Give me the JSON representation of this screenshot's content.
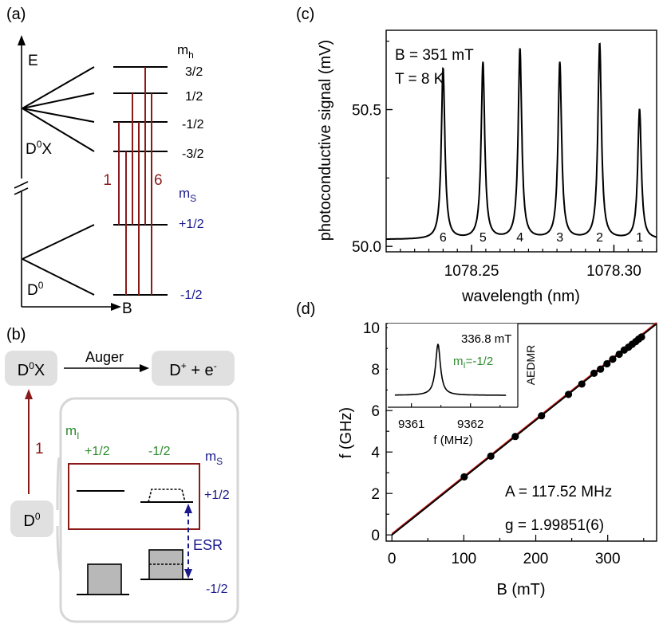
{
  "colors": {
    "dark_red": "#8b1a1a",
    "navy": "#1a1a8c",
    "green": "#2e8b2e",
    "red_fit": "#e02020",
    "box_gray": "#e0e0e0",
    "box_border": "#d6d6d6",
    "fill_gray": "#b8b8b8"
  },
  "panel_a": {
    "label": "(a)",
    "energy_axis": "E",
    "field_axis": "B",
    "d0x_label": "D",
    "d0x_sup": "0",
    "d0x_suffix": "X",
    "d0_label": "D",
    "d0_sup": "0",
    "mh_label": "m",
    "mh_sub": "h",
    "mh_levels": [
      "3/2",
      "1/2",
      "-1/2",
      "-3/2"
    ],
    "ms_label": "m",
    "ms_sub": "S",
    "ms_levels": [
      "+1/2",
      "-1/2"
    ],
    "transition_first": "1",
    "transition_last": "6"
  },
  "panel_b": {
    "label": "(b)",
    "d0x_label": "D",
    "d0x_sup": "0",
    "d0x_suffix": "X",
    "auger_label": "Auger",
    "dplus_label": "D",
    "dplus_sup": "+",
    "dplus_mid": " + e",
    "dplus_sup2": "-",
    "d0_label": "D",
    "d0_sup": "0",
    "transition_label": "1",
    "mi_label": "m",
    "mi_sub": "I",
    "mi_values": [
      "+1/2",
      "-1/2"
    ],
    "ms_label": "m",
    "ms_sub": "S",
    "ms_values": [
      "+1/2",
      "-1/2"
    ],
    "esr_label": "ESR"
  },
  "panel_c": {
    "label": "(c)",
    "annotation_B": "B = 351 mT",
    "annotation_T": "T = 8 K",
    "peak_labels": [
      "6",
      "5",
      "4",
      "3",
      "2",
      "1"
    ]
  },
  "panel_d": {
    "label": "(d)",
    "annotation_A": "A =  117.52 MHz",
    "annotation_g": "g = 1.99851(6)",
    "inset": {
      "field_label": "336.8 mT",
      "mi_label": "m",
      "mi_sub": "I",
      "mi_value": "=-1/2",
      "side_label": "AEDMR",
      "xlabel": "f (MHz)",
      "xticks": [
        "9361",
        "9362"
      ]
    }
  },
  "chart_data": [
    {
      "type": "line",
      "panel": "(c)",
      "xlabel": "wavelength (nm)",
      "ylabel": "photoconductive signal (mV)",
      "xlim": [
        1078.22,
        1078.315
      ],
      "ylim": [
        49.98,
        50.79
      ],
      "xticks": [
        1078.25,
        1078.3
      ],
      "xtick_labels": [
        "1078.25",
        "1078.30"
      ],
      "yticks": [
        50.0,
        50.5
      ],
      "ytick_labels": [
        "50.0",
        "50.5"
      ],
      "baseline": 50.025,
      "peaks": [
        {
          "label": "6",
          "x": 1078.24,
          "y": 50.65
        },
        {
          "label": "5",
          "x": 1078.254,
          "y": 50.67
        },
        {
          "label": "4",
          "x": 1078.267,
          "y": 50.72
        },
        {
          "label": "3",
          "x": 1078.281,
          "y": 50.67
        },
        {
          "label": "2",
          "x": 1078.295,
          "y": 50.74
        },
        {
          "label": "1",
          "x": 1078.309,
          "y": 50.5
        }
      ]
    },
    {
      "type": "scatter",
      "panel": "(d)",
      "xlabel": "B (mT)",
      "ylabel": "f (GHz)",
      "xlim": [
        -8,
        368
      ],
      "ylim": [
        -0.3,
        10.2
      ],
      "xticks": [
        0,
        100,
        200,
        300
      ],
      "xtick_labels": [
        "0",
        "100",
        "200",
        "300"
      ],
      "yticks": [
        0,
        2,
        4,
        6,
        8,
        10
      ],
      "ytick_labels": [
        "0",
        "2",
        "4",
        "6",
        "8",
        "10"
      ],
      "series": [
        {
          "points": [
            [
              100.5,
              2.8
            ],
            [
              137.5,
              3.8
            ],
            [
              171.5,
              4.75
            ],
            [
              208,
              5.75
            ],
            [
              245.5,
              6.78
            ],
            [
              264,
              7.28
            ],
            [
              281,
              7.8
            ],
            [
              290,
              8.0
            ],
            [
              299,
              8.26
            ],
            [
              307,
              8.48
            ],
            [
              316,
              8.72
            ],
            [
              323,
              8.92
            ],
            [
              329,
              9.06
            ],
            [
              334,
              9.2
            ],
            [
              339,
              9.33
            ],
            [
              343,
              9.45
            ],
            [
              347,
              9.55
            ]
          ]
        }
      ],
      "fit_lines": [
        {
          "color": "#e02020",
          "from": [
            0,
            0.05
          ],
          "to": [
            368,
            10.24
          ]
        },
        {
          "color": "#000000",
          "from": [
            0,
            0.0
          ],
          "to": [
            368,
            10.19
          ]
        }
      ]
    },
    {
      "type": "line",
      "panel": "(d) inset",
      "xlabel": "f (MHz)",
      "xlim": [
        9360.6,
        9362.8
      ],
      "xticks": [
        9361,
        9362
      ],
      "xtick_labels": [
        "9361",
        "9362"
      ],
      "baseline": 0,
      "peaks": [
        {
          "x": 9361.45,
          "y": 1.0
        }
      ]
    }
  ]
}
